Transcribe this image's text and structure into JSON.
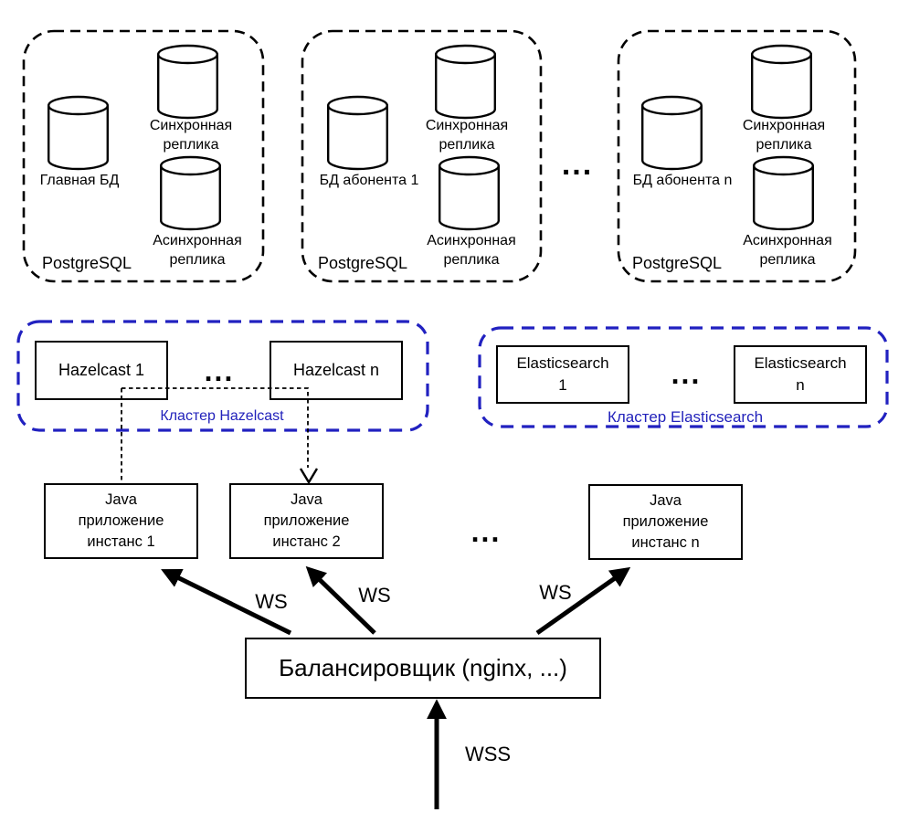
{
  "colors": {
    "accent_blue": "#2222bb",
    "line_black": "#000000",
    "background": "#ffffff"
  },
  "postgres_clusters": [
    {
      "platform": "PostgreSQL",
      "main_db": "Главная БД",
      "sync_replica": "Синхронная реплика",
      "async_replica": "Асинхронная реплика"
    },
    {
      "platform": "PostgreSQL",
      "main_db": "БД абонента 1",
      "sync_replica": "Синхронная реплика",
      "async_replica": "Асинхронная реплика"
    },
    {
      "platform": "PostgreSQL",
      "main_db": "БД абонента n",
      "sync_replica": "Синхронная реплика",
      "async_replica": "Асинхронная реплика"
    }
  ],
  "postgres_ellipsis": "...",
  "hazelcast_cluster": {
    "title": "Кластер Hazelcast",
    "node1": "Hazelcast 1",
    "node2": "Hazelcast n",
    "ellipsis": "..."
  },
  "elasticsearch_cluster": {
    "title": "Кластер Elasticsearch",
    "node1": "Elasticsearch 1",
    "node2": "Elasticsearch n",
    "ellipsis": "..."
  },
  "java_instances": {
    "node1": "Java приложение инстанс 1",
    "node2": "Java приложение инстанс 2",
    "node3": "Java приложение инстанс n",
    "ellipsis": "..."
  },
  "balancer": {
    "label": "Балансировщик (nginx, ...)"
  },
  "edge_labels": {
    "ws1": "WS",
    "ws2": "WS",
    "ws3": "WS",
    "wss": "WSS"
  }
}
